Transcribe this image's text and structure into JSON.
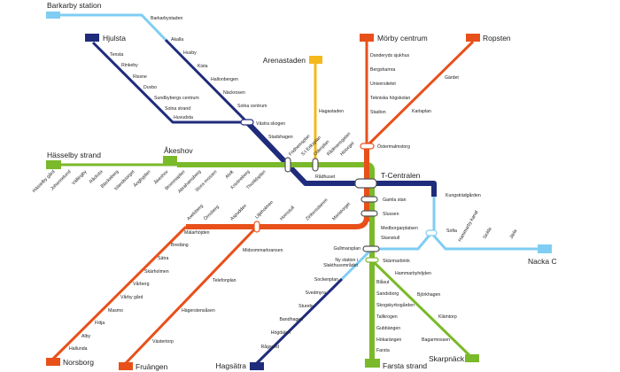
{
  "colors": {
    "light_blue": "#7fcdf3",
    "navy": "#1f2b7b",
    "green": "#7ab929",
    "orange": "#e8501a",
    "yellow": "#f5b81c"
  },
  "terminals": {
    "barkarby": "Barkarby  station",
    "hjulsta": "Hjulsta",
    "arenastaden": "Arenastaden",
    "morby": "Mörby centrum",
    "ropsten": "Ropsten",
    "hasselby": "Hässelby strand",
    "akeshov": "Åkeshov",
    "tcentralen": "T-Centralen",
    "nacka": "Nacka C",
    "norsborg": "Norsborg",
    "fruangen": "Fruängen",
    "hagsatra": "Hagsätra",
    "farsta": "Farsta strand",
    "skarpnack": "Skarpnäck"
  },
  "stations": [
    "Barkarbystaden",
    "Akalla",
    "Husby",
    "Kista",
    "Hallonbergen",
    "Näckrosen",
    "Solna centrum",
    "Västra  skogen",
    "Stadshagen",
    "Tensta",
    "Rinkeby",
    "Rissne",
    "Duvbo",
    "Sundbybergs centrum",
    "Solna strand",
    "Huvudsta",
    "Hässelby gård",
    "Johannelund",
    "Vällingby",
    "Råcksta",
    "Blackeberg",
    "Islandstorget",
    "Ängbyplan",
    "Åkeshov",
    "Brommaplan",
    "Abrahamsberg",
    "Stora  mossen",
    "Alvik",
    "Kristineberg",
    "Thorildsplan",
    "Fridhemsplan",
    "S:t Eriksplan",
    "Odenplan",
    "Rådmansgatan",
    "Hötorget",
    "Hagastaden",
    "Rådhuset",
    "Danderyds sjukhus",
    "Bergshamra",
    "Universitetet",
    "Tekniska  högskolan",
    "Stadion",
    "Östermalmstorg",
    "Gärdet",
    "Karlaplan",
    "Gamla stan",
    "Slussen",
    "Medborgarplatsen",
    "Skanstull",
    "Gullmarsplan",
    "Skärmarbrink",
    "Kungsträdgården",
    "Sofia",
    "Hammarby kanal",
    "Sickla",
    "Järla",
    "Axelsberg",
    "Örnsberg",
    "Aspudden",
    "Liljeholmen",
    "Hornstull",
    "Zinkensdamm",
    "Mariatorget",
    "Mälarhöjden",
    "Bredäng",
    "Sätra",
    "Skärholmen",
    "Vårberg",
    "Vårby gård",
    "Masmo",
    "Fittja",
    "Alby",
    "Hallunda",
    "Midsommarkransen",
    "Telefonplan",
    "Hägerstensåsen",
    "Västertorp",
    "Ny station i",
    "Slakthusområdet",
    "Sockenplan",
    "Svedmyra",
    "Stureby",
    "Bandhagen",
    "Högdalen",
    "Rågsved",
    "Hammarbyhöjden",
    "Björkhagen",
    "Klämtorp",
    "Bagarmossen",
    "Blåsut",
    "Sandsborg",
    "Skogskyrkogården",
    "Tallkrogen",
    "Gubbängen",
    "Hökarängen",
    "Farsta"
  ]
}
